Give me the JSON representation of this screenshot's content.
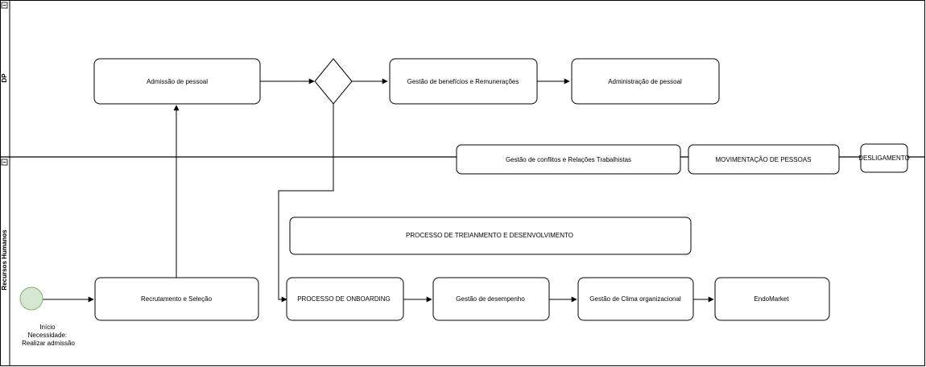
{
  "lanes": {
    "dp": {
      "label": "DP"
    },
    "rh": {
      "label": "Recursos Humanos"
    }
  },
  "nodes": {
    "admissao": "Admissão de pessoal",
    "beneficios": "Gestão de benefícios e Remunerações",
    "administracao": "Administração de pessoal",
    "conflitos": "Gestão de conflitos e Relações Trabalhistas",
    "movimentacao": "MOVIMENTAÇÃO DE PESSOAS",
    "desligamento": "DESLIGAMENTO",
    "treinamento": "PROCESSO DE TREIANMENTO E DESENVOLVIMENTO",
    "recrutamento": "Recrutamento e Seleção",
    "onboarding": "PROCESSO DE ONBOARDING",
    "desempenho": "Gestão de desempenho",
    "clima": "Gestão de Clima organizacional",
    "endomarket": "EndoMarket"
  },
  "start_event": {
    "label_lines": [
      "Início",
      "Necessidade:",
      "Realizar admissão"
    ]
  },
  "colors": {
    "start_fill": "#d5e8d4",
    "start_stroke": "#82b366",
    "stroke": "#000000"
  }
}
